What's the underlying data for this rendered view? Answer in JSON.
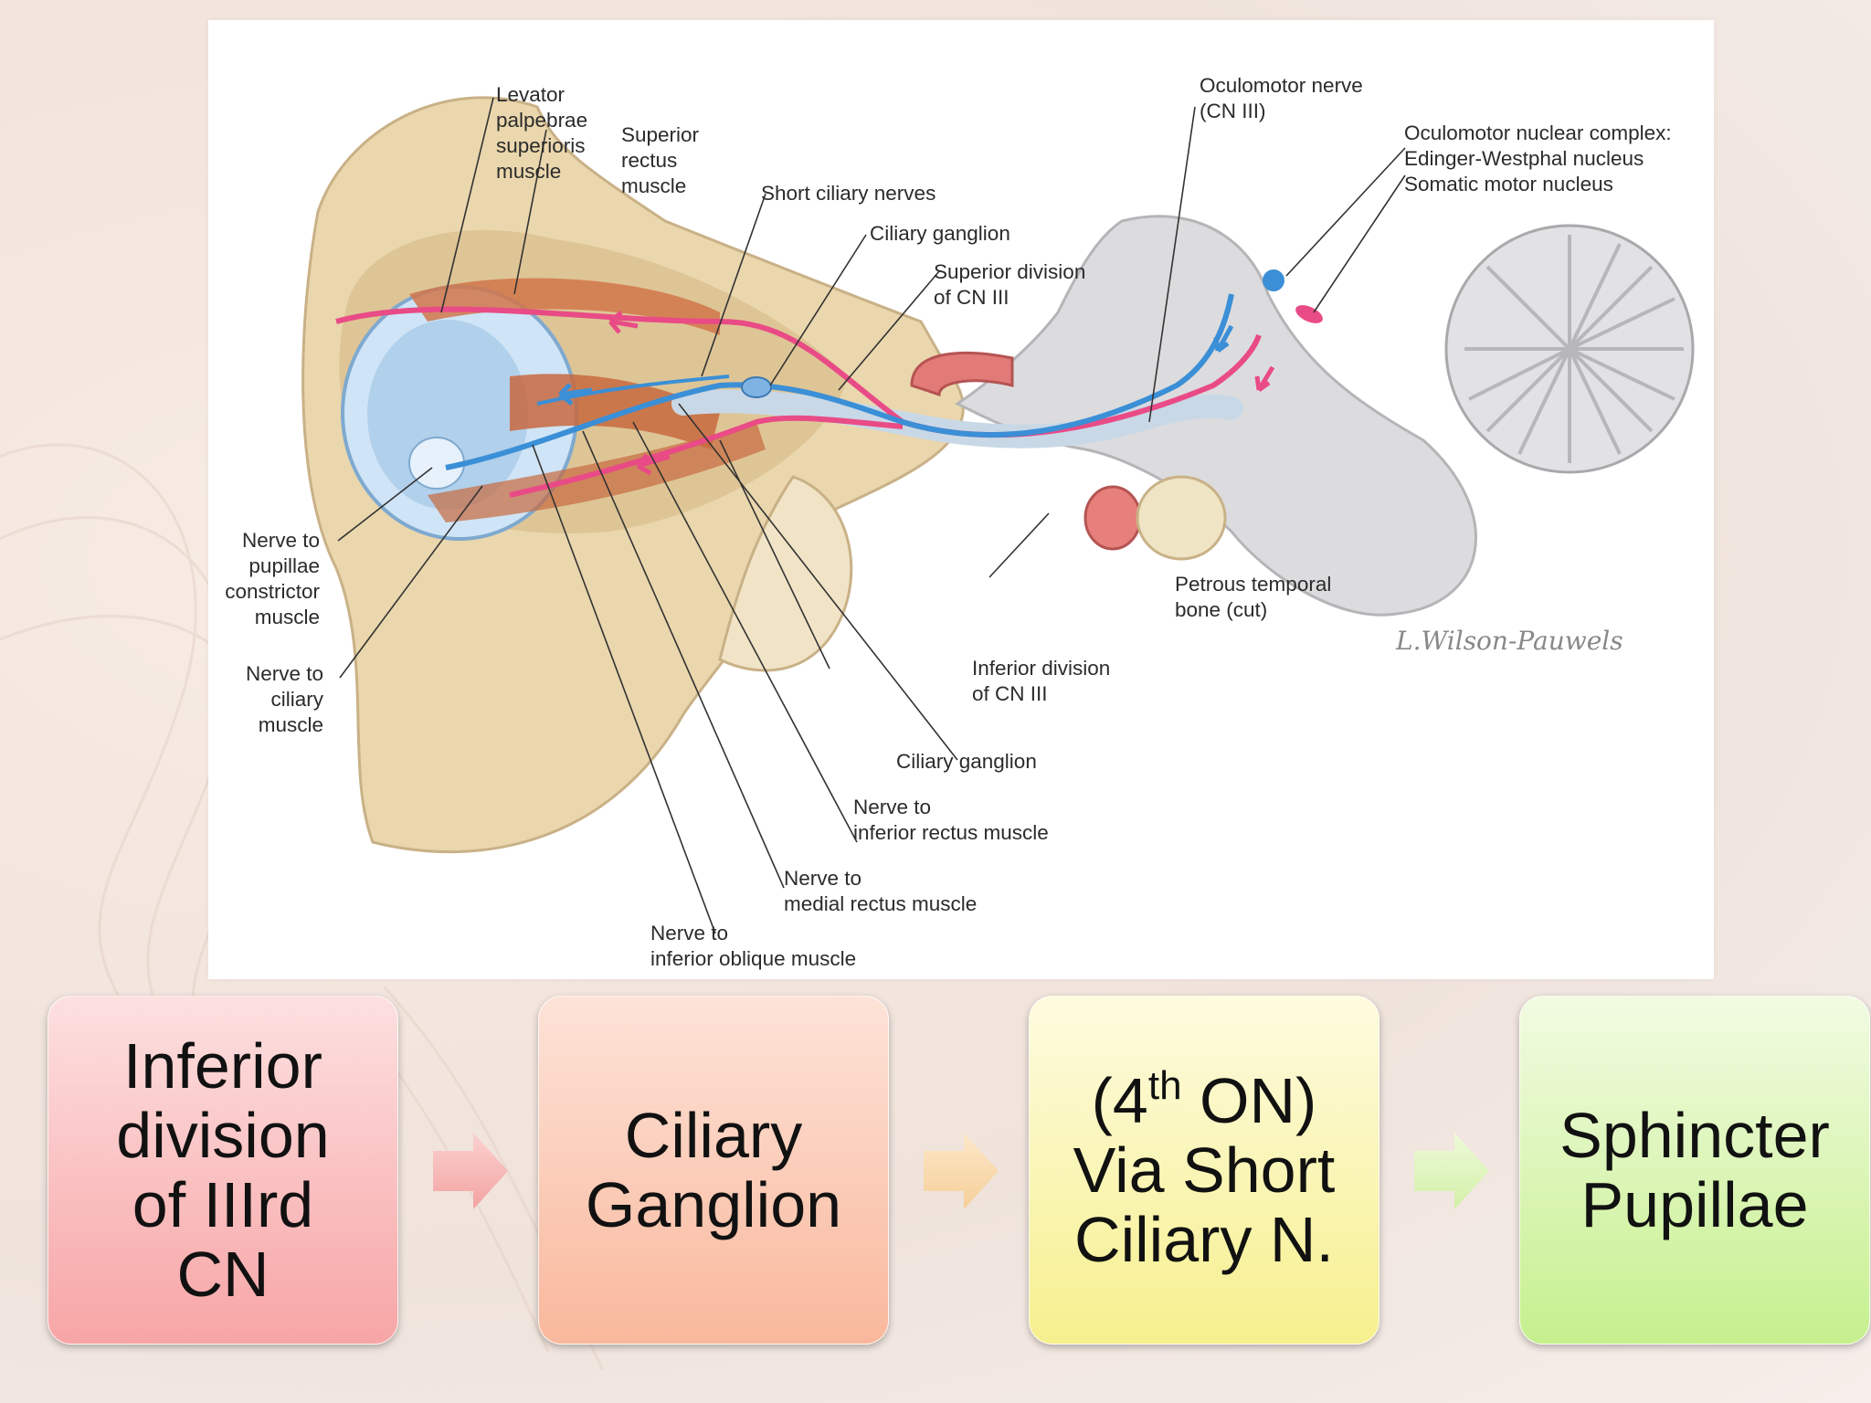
{
  "labels": {
    "levator": "Levator\npalpebrae\nsuperioris\nmuscle",
    "superior_rectus": "Superior\nrectus\nmuscle",
    "short_ciliary": "Short ciliary nerves",
    "ciliary_ganglion_top": "Ciliary ganglion",
    "superior_division": "Superior division\nof CN III",
    "oculomotor_nerve": "Oculomotor nerve\n(CN III)",
    "nuclear_complex": "Oculomotor nuclear complex:\nEdinger-Westphal nucleus\nSomatic motor nucleus",
    "nerve_pupillae": "Nerve to\npupillae\nconstrictor\nmuscle",
    "nerve_ciliary_muscle": "Nerve to\nciliary\nmuscle",
    "petrous": "Petrous temporal\nbone (cut)",
    "inferior_division": "Inferior division\nof CN III",
    "ciliary_ganglion_bottom": "Ciliary ganglion",
    "nerve_inferior_rectus": "Nerve to\ninferior rectus muscle",
    "nerve_medial_rectus": "Nerve to\nmedial rectus muscle",
    "nerve_inferior_oblique": "Nerve to\ninferior oblique muscle",
    "signature": "L.Wilson-Pauwels"
  },
  "flow": {
    "box1": {
      "line1": "Inferior",
      "line2": "division",
      "line3": "of IIIrd",
      "line4": "CN"
    },
    "box2": {
      "line1": "Ciliary",
      "line2": "Ganglion"
    },
    "box3": {
      "pre": "(4",
      "sup": "th",
      "post": " ON)",
      "line2": "Via Short",
      "line3": "Ciliary N."
    },
    "box4": {
      "line1": "Sphincter",
      "line2": "Pupillae"
    }
  },
  "colors": {
    "nerve_pink": "#e94b86",
    "nerve_blue": "#3b8fd6",
    "bone": "#e8d3a8",
    "brain": "#d9d9db"
  }
}
